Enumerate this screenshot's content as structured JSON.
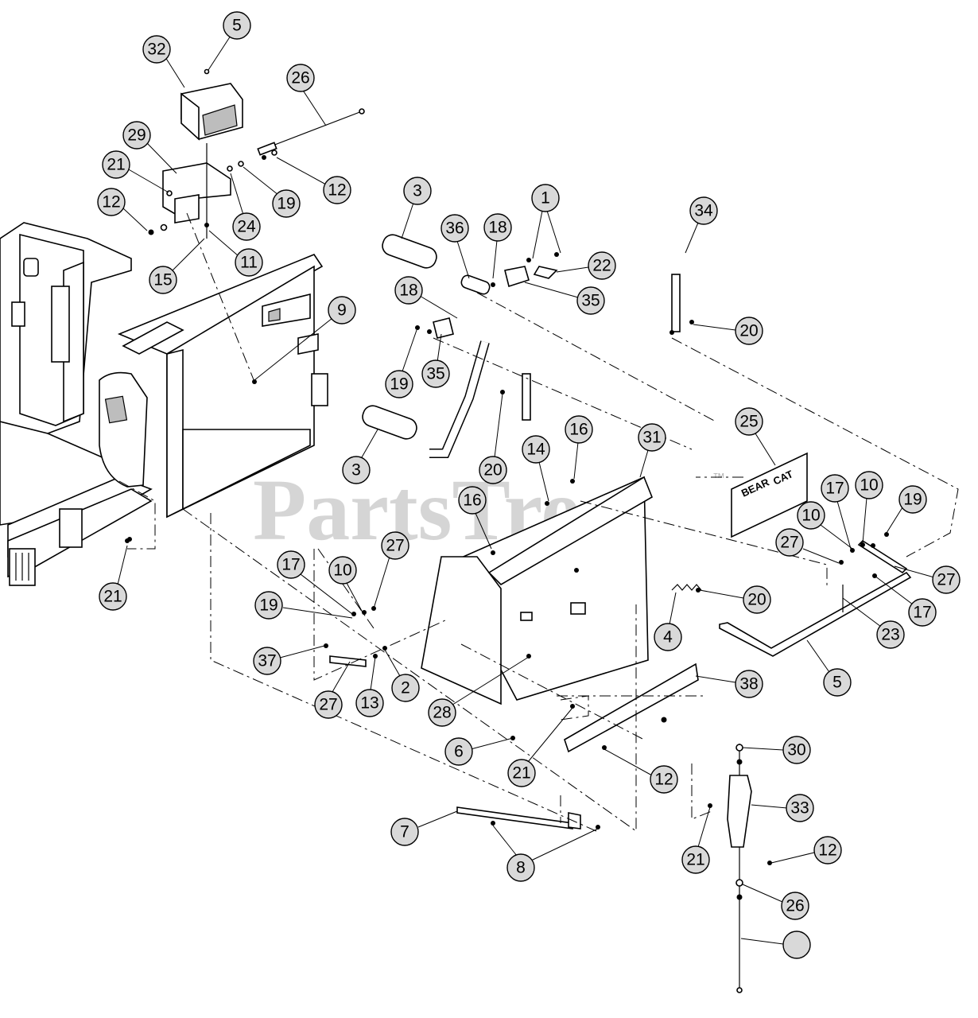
{
  "watermark": {
    "text": "PartsTree",
    "trademark": "™"
  },
  "decal": {
    "line1": "BEAR",
    "line2": "CAT"
  },
  "callouts": [
    {
      "label": "5"
    },
    {
      "label": "32"
    },
    {
      "label": "26"
    },
    {
      "label": "29"
    },
    {
      "label": "21"
    },
    {
      "label": "12"
    },
    {
      "label": "19"
    },
    {
      "label": "12"
    },
    {
      "label": "24"
    },
    {
      "label": "11"
    },
    {
      "label": "15"
    },
    {
      "label": "3"
    },
    {
      "label": "36"
    },
    {
      "label": "18"
    },
    {
      "label": "1"
    },
    {
      "label": "22"
    },
    {
      "label": "34"
    },
    {
      "label": "35"
    },
    {
      "label": "18"
    },
    {
      "label": "9"
    },
    {
      "label": "20"
    },
    {
      "label": "19"
    },
    {
      "label": "35"
    },
    {
      "label": "3"
    },
    {
      "label": "20"
    },
    {
      "label": "16"
    },
    {
      "label": "31"
    },
    {
      "label": "14"
    },
    {
      "label": "25"
    },
    {
      "label": "16"
    },
    {
      "label": "17"
    },
    {
      "label": "10"
    },
    {
      "label": "19"
    },
    {
      "label": "21"
    },
    {
      "label": "27"
    },
    {
      "label": "10"
    },
    {
      "label": "27"
    },
    {
      "label": "17"
    },
    {
      "label": "20"
    },
    {
      "label": "10"
    },
    {
      "label": "27"
    },
    {
      "label": "4"
    },
    {
      "label": "17"
    },
    {
      "label": "23"
    },
    {
      "label": "19"
    },
    {
      "label": "37"
    },
    {
      "label": "27"
    },
    {
      "label": "13"
    },
    {
      "label": "2"
    },
    {
      "label": "28"
    },
    {
      "label": "38"
    },
    {
      "label": "5"
    },
    {
      "label": "6"
    },
    {
      "label": "21"
    },
    {
      "label": "12"
    },
    {
      "label": "30"
    },
    {
      "label": "33"
    },
    {
      "label": "7"
    },
    {
      "label": "8"
    },
    {
      "label": "21"
    },
    {
      "label": "12"
    },
    {
      "label": "26"
    }
  ]
}
